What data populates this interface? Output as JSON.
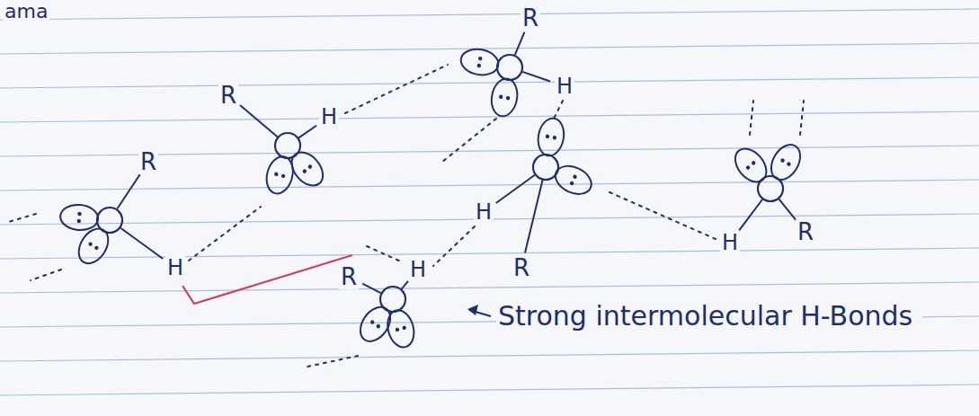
{
  "diagram": {
    "labels": [
      "ama",
      "R",
      "R",
      "H",
      "H",
      "R",
      "H",
      "H",
      "R",
      "R",
      "H",
      "H",
      "R",
      "Strong intermolecular H-Bonds"
    ]
  }
}
